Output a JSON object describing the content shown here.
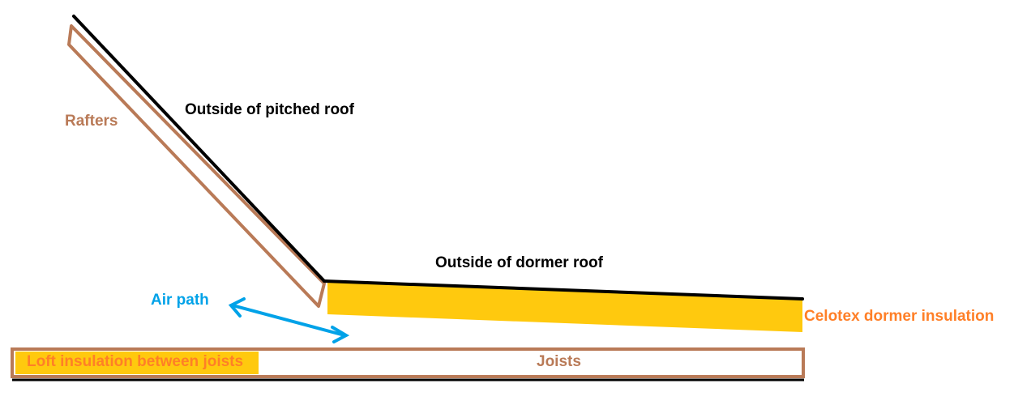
{
  "labels": {
    "rafters": "Rafters",
    "outside_pitched_roof": "Outside of pitched roof",
    "outside_dormer_roof": "Outside of dormer roof",
    "air_path": "Air path",
    "celotex": "Celotex dormer insulation",
    "loft_insulation": "Loft insulation between joists",
    "joists": "Joists"
  },
  "colors": {
    "outline": "#000000",
    "timber": "#b97a57",
    "insulation": "#ffc90e",
    "air": "#00a2e8",
    "celotex_text": "#ff7f27",
    "background": "#ffffff"
  }
}
